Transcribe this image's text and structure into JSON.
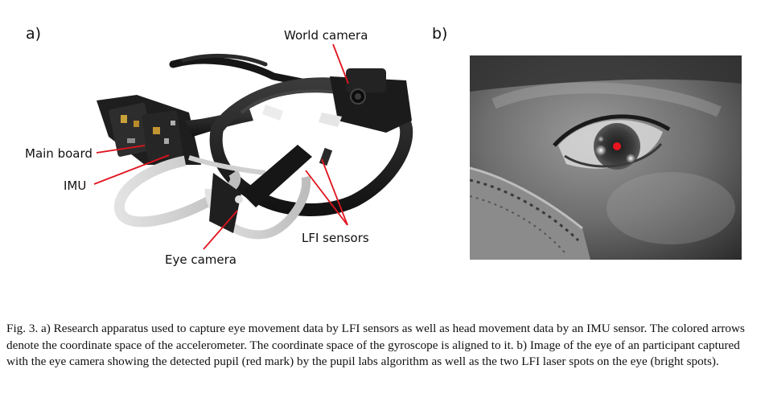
{
  "figure": {
    "panel_a_label": "a)",
    "panel_b_label": "b)",
    "callouts": {
      "world_camera": "World camera",
      "main_board": "Main board",
      "imu": "IMU",
      "lfi_sensors": "LFI sensors",
      "eye_camera": "Eye camera"
    },
    "callout_color": "#e0141e",
    "pupil_mark_color": "#e8141e",
    "caption": "Fig. 3.  a) Research apparatus used to capture eye movement data by LFI sensors as well as head movement data by an IMU sensor. The colored arrows denote the coordinate space of the accelerometer. The coordinate space of the gyroscope is aligned to it. b) Image of the eye of an participant captured with the eye camera showing the detected pupil (red mark) by the pupil labs algorithm as well as the two LFI laser spots on the eye (bright spots)."
  }
}
